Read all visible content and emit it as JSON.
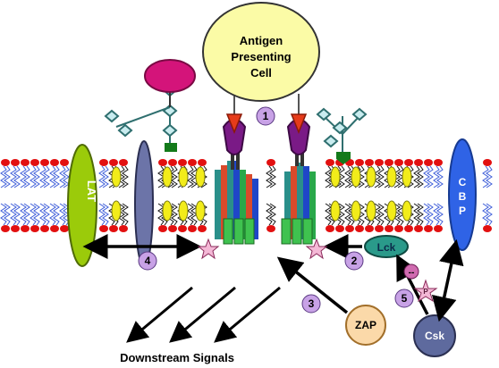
{
  "title": "",
  "antigen_presenting_cell": {
    "line1": "Antigen",
    "line2": "Presenting",
    "line3": "Cell"
  },
  "molecules": {
    "lat": "LAT",
    "cbp": [
      "C",
      "B",
      "P"
    ],
    "lck": "Lck",
    "zap": "ZAP",
    "csk": "Csk"
  },
  "steps": [
    "1",
    "2",
    "3",
    "4",
    "5"
  ],
  "inhibit_sign": "--",
  "phosphate_label": "P",
  "downstream": "Downstream Signals",
  "colors": {
    "apc": "#fbfba6",
    "magenta": "#d4147a",
    "lat": "#9bcb0a",
    "cbp": "#2f63e6",
    "lck": "#2a9a8a",
    "zap": "#fbd9a9",
    "csk": "#5e6a9e",
    "step_circle": "#c8a2e6",
    "lipid_head": "#e21010",
    "lipid_tail_blue": "#3b5bd8",
    "cholesterol": "#f2ec1a"
  }
}
